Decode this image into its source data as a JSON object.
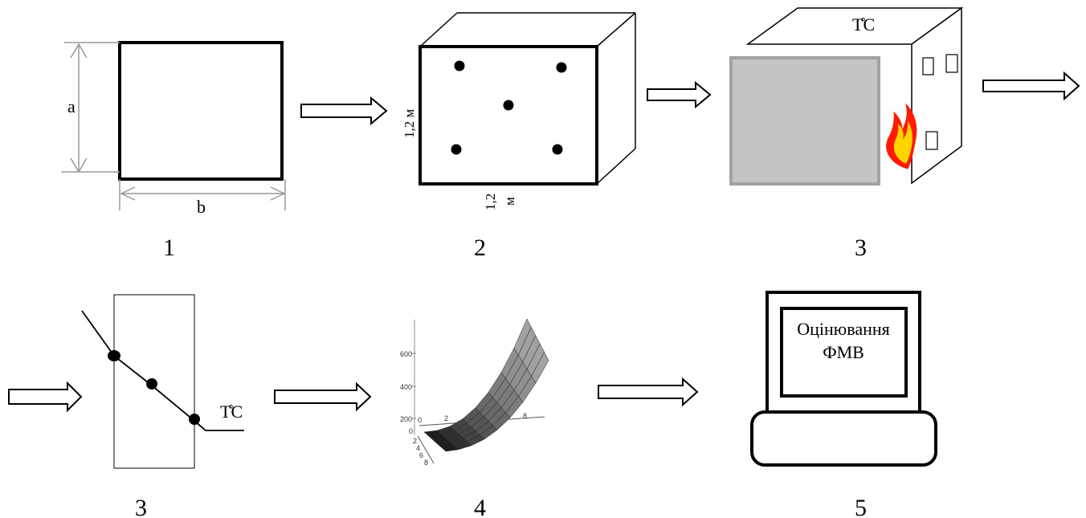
{
  "steps": {
    "s1": "1",
    "s2": "2",
    "s3a": "3",
    "s3b": "3",
    "s4": "4",
    "s5": "5"
  },
  "panel1": {
    "height_label": "a",
    "width_label": "b"
  },
  "panel2": {
    "vertical_dimension": "1,2 м",
    "horizontal_dimension_value": "1,2",
    "horizontal_dimension_unit": "м"
  },
  "panel3": {
    "device_label": "T̊C"
  },
  "panel3b": {
    "curve_label": "T̊C"
  },
  "panel4": {
    "z_ticks": [
      "600",
      "400",
      "200",
      "0"
    ],
    "x_ticks": [
      "0",
      "2",
      "8"
    ],
    "y_ticks": [
      "2",
      "4",
      "6",
      "8"
    ]
  },
  "panel5": {
    "screen_line1": "Оцінювання",
    "screen_line2": "ФМВ"
  }
}
